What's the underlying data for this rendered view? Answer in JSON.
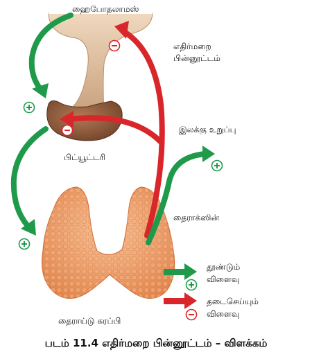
{
  "labels": {
    "hypothalamus": "ஹைபோதலாமஸ்",
    "feedback_line1": "எதிர்மறை",
    "feedback_line2": "பின்னூட்டம்",
    "target_effect": "இலக்கு உறுப்பு",
    "pituitary": "பிட்யூட்டரி",
    "thyroxine": "தைராக்ஸின்",
    "thyroid": "தைராய்டு சுரப்பி"
  },
  "legend": {
    "stimulating_line1": "தூண்டும்",
    "stimulating_line2": "விளைவு",
    "inhibiting_line1": "தடைசெய்யும்",
    "inhibiting_line2": "விளைவு"
  },
  "caption": "படம் 11.4 எதிர்மறை பின்னூட்டம் – விளக்கம்",
  "colors": {
    "green_arrow": "#1f9a4b",
    "red_arrow": "#d9262a",
    "gland_tan": "#c9a27e",
    "pituitary_brown": "#8d5a3b",
    "thyroid_orange": "#ef9a63"
  }
}
